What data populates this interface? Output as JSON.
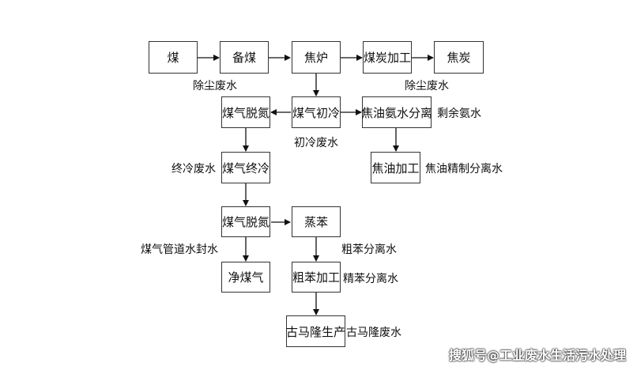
{
  "nodes": {
    "coal": "煤",
    "coal_prep": "备煤",
    "coke_oven": "焦炉",
    "coke_processing": "煤炭加工",
    "coke": "焦炭",
    "gas_denitrify_1": "煤气脱氮",
    "gas_primary_cool": "煤气初冷",
    "tar_ammonia_sep": "焦油氨水分离",
    "gas_final_cool": "煤气终冷",
    "tar_processing": "焦油加工",
    "gas_denitrify_2": "煤气脱氮",
    "distill_benzene": "蒸苯",
    "clean_gas": "净煤气",
    "crude_benzene_proc": "粗苯加工",
    "coumarone_prod": "古马隆生产"
  },
  "labels": {
    "dust_wastewater_1": "除尘废水",
    "dust_wastewater_2": "除尘废水",
    "residual_ammonia": "剩余氨水",
    "primary_cool_water": "初冷废水",
    "final_cool_water": "终冷废水",
    "tar_refine_water": "焦油精制分离水",
    "gas_pipe_seal_water": "煤气管道水封水",
    "crude_benzene_water": "粗苯分离水",
    "refined_benzene_water": "精苯分离水",
    "coumarone_water": "古马隆废水"
  },
  "watermark": "搜狐号@工业废水生活污水处理"
}
